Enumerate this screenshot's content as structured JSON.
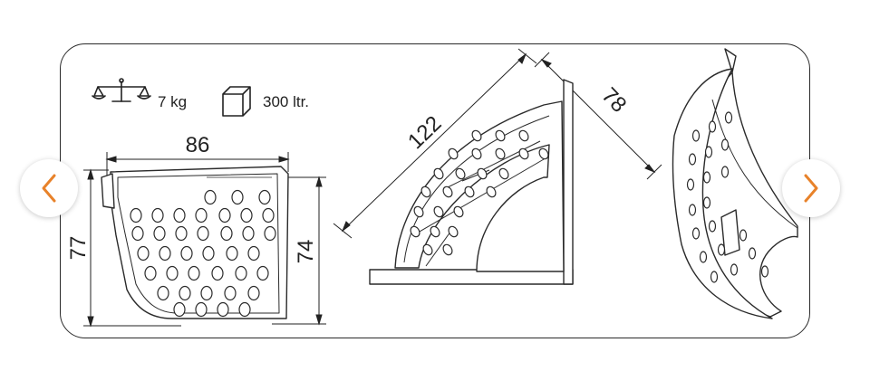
{
  "specs": {
    "weight": {
      "icon": "scale-icon",
      "value": "7 kg"
    },
    "volume": {
      "icon": "cube-icon",
      "value": "300 ltr."
    }
  },
  "dimensions": {
    "front_width": "86",
    "front_left_height": "77",
    "front_right_height": "74",
    "side_diagonal": "122",
    "side_depth": "78"
  },
  "carousel": {
    "prev_icon": "chevron-left-icon",
    "next_icon": "chevron-right-icon",
    "arrow_color": "#e8822a"
  },
  "colors": {
    "line": "#2a2a2a",
    "panel": "#ffffff"
  }
}
